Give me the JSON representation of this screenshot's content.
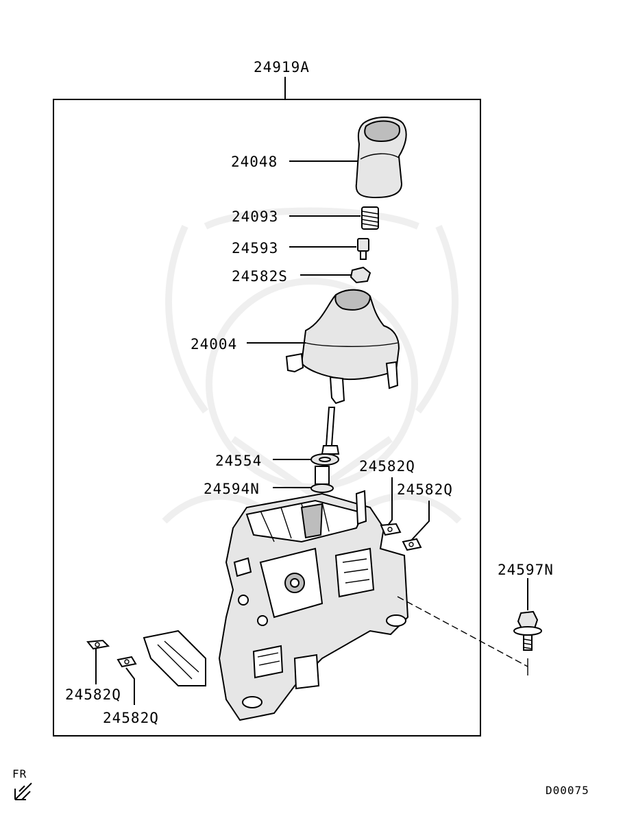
{
  "assembly_label": "24919A",
  "parts": {
    "p24048": "24048",
    "p24093": "24093",
    "p24593": "24593",
    "p24582S": "24582S",
    "p24004": "24004",
    "p24554": "24554",
    "p24594N": "24594N",
    "p24582Q_a": "24582Q",
    "p24582Q_b": "24582Q",
    "p24582Q_c": "24582Q",
    "p24582Q_d": "24582Q",
    "p24597N": "24597N"
  },
  "direction_label": "FR",
  "diagram_code": "D00075"
}
